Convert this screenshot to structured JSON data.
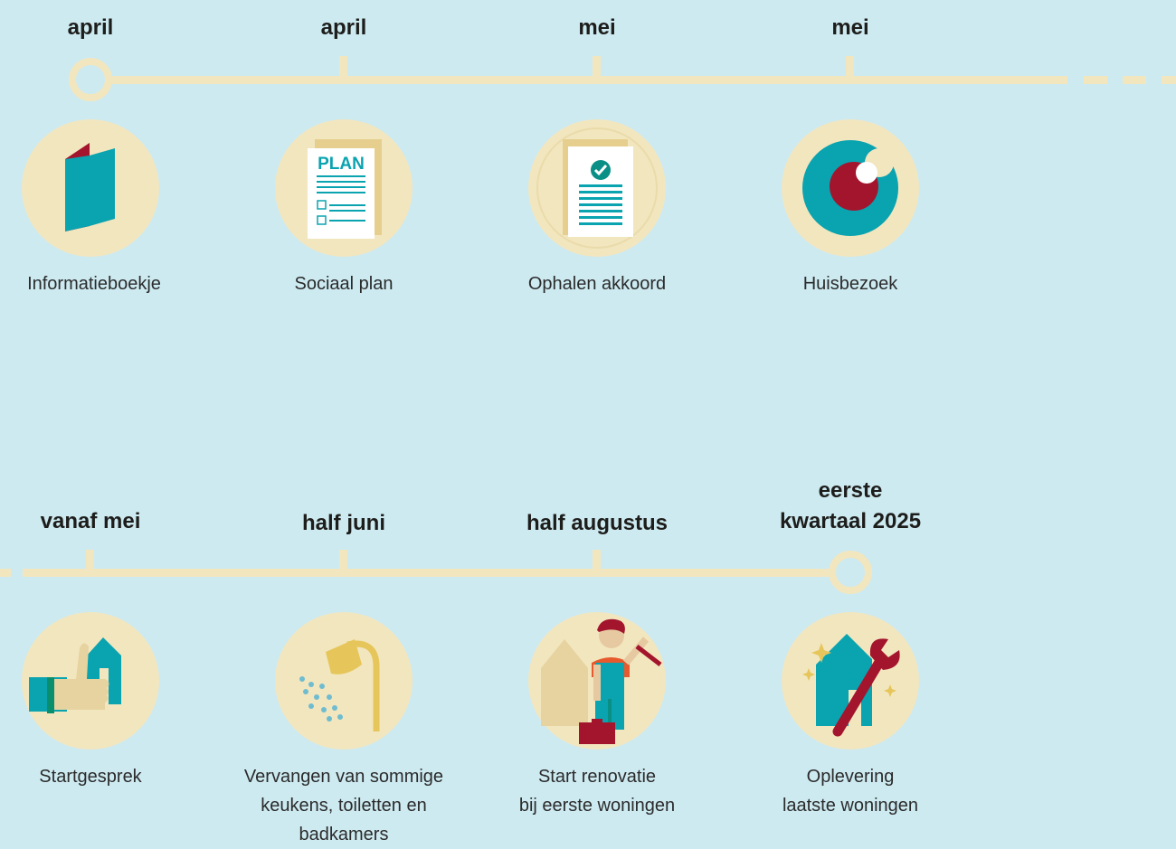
{
  "colors": {
    "background": "#cdeaf1",
    "line": "#f2e6bf",
    "circle": "#f2e6bf",
    "teal": "#0aa3b0",
    "red": "#a3152d",
    "tan": "#e6cf8e",
    "text": "#1d1d1b"
  },
  "timeline_top": {
    "steps": [
      {
        "date": "april",
        "label": "Informatieboekje",
        "icon": "booklet-icon"
      },
      {
        "date": "april",
        "label": "Sociaal plan",
        "icon": "plan-document-icon"
      },
      {
        "date": "mei",
        "label": "Ophalen akkoord",
        "icon": "approved-document-icon"
      },
      {
        "date": "mei",
        "label": "Huisbezoek",
        "icon": "eye-icon"
      }
    ]
  },
  "timeline_bottom": {
    "steps": [
      {
        "date": "vanaf mei",
        "label": "Startgesprek",
        "icon": "thumbs-up-house-icon"
      },
      {
        "date": "half juni",
        "label": "Vervangen van sommige\nkeukens, toiletten en\nbadkamers",
        "icon": "shower-icon"
      },
      {
        "date": "half augustus",
        "label": "Start renovatie\nbij eerste woningen",
        "icon": "worker-icon"
      },
      {
        "date": "eerste\nkwartaal 2025",
        "label": "Oplevering\nlaatste woningen",
        "icon": "house-wrench-icon"
      }
    ]
  }
}
